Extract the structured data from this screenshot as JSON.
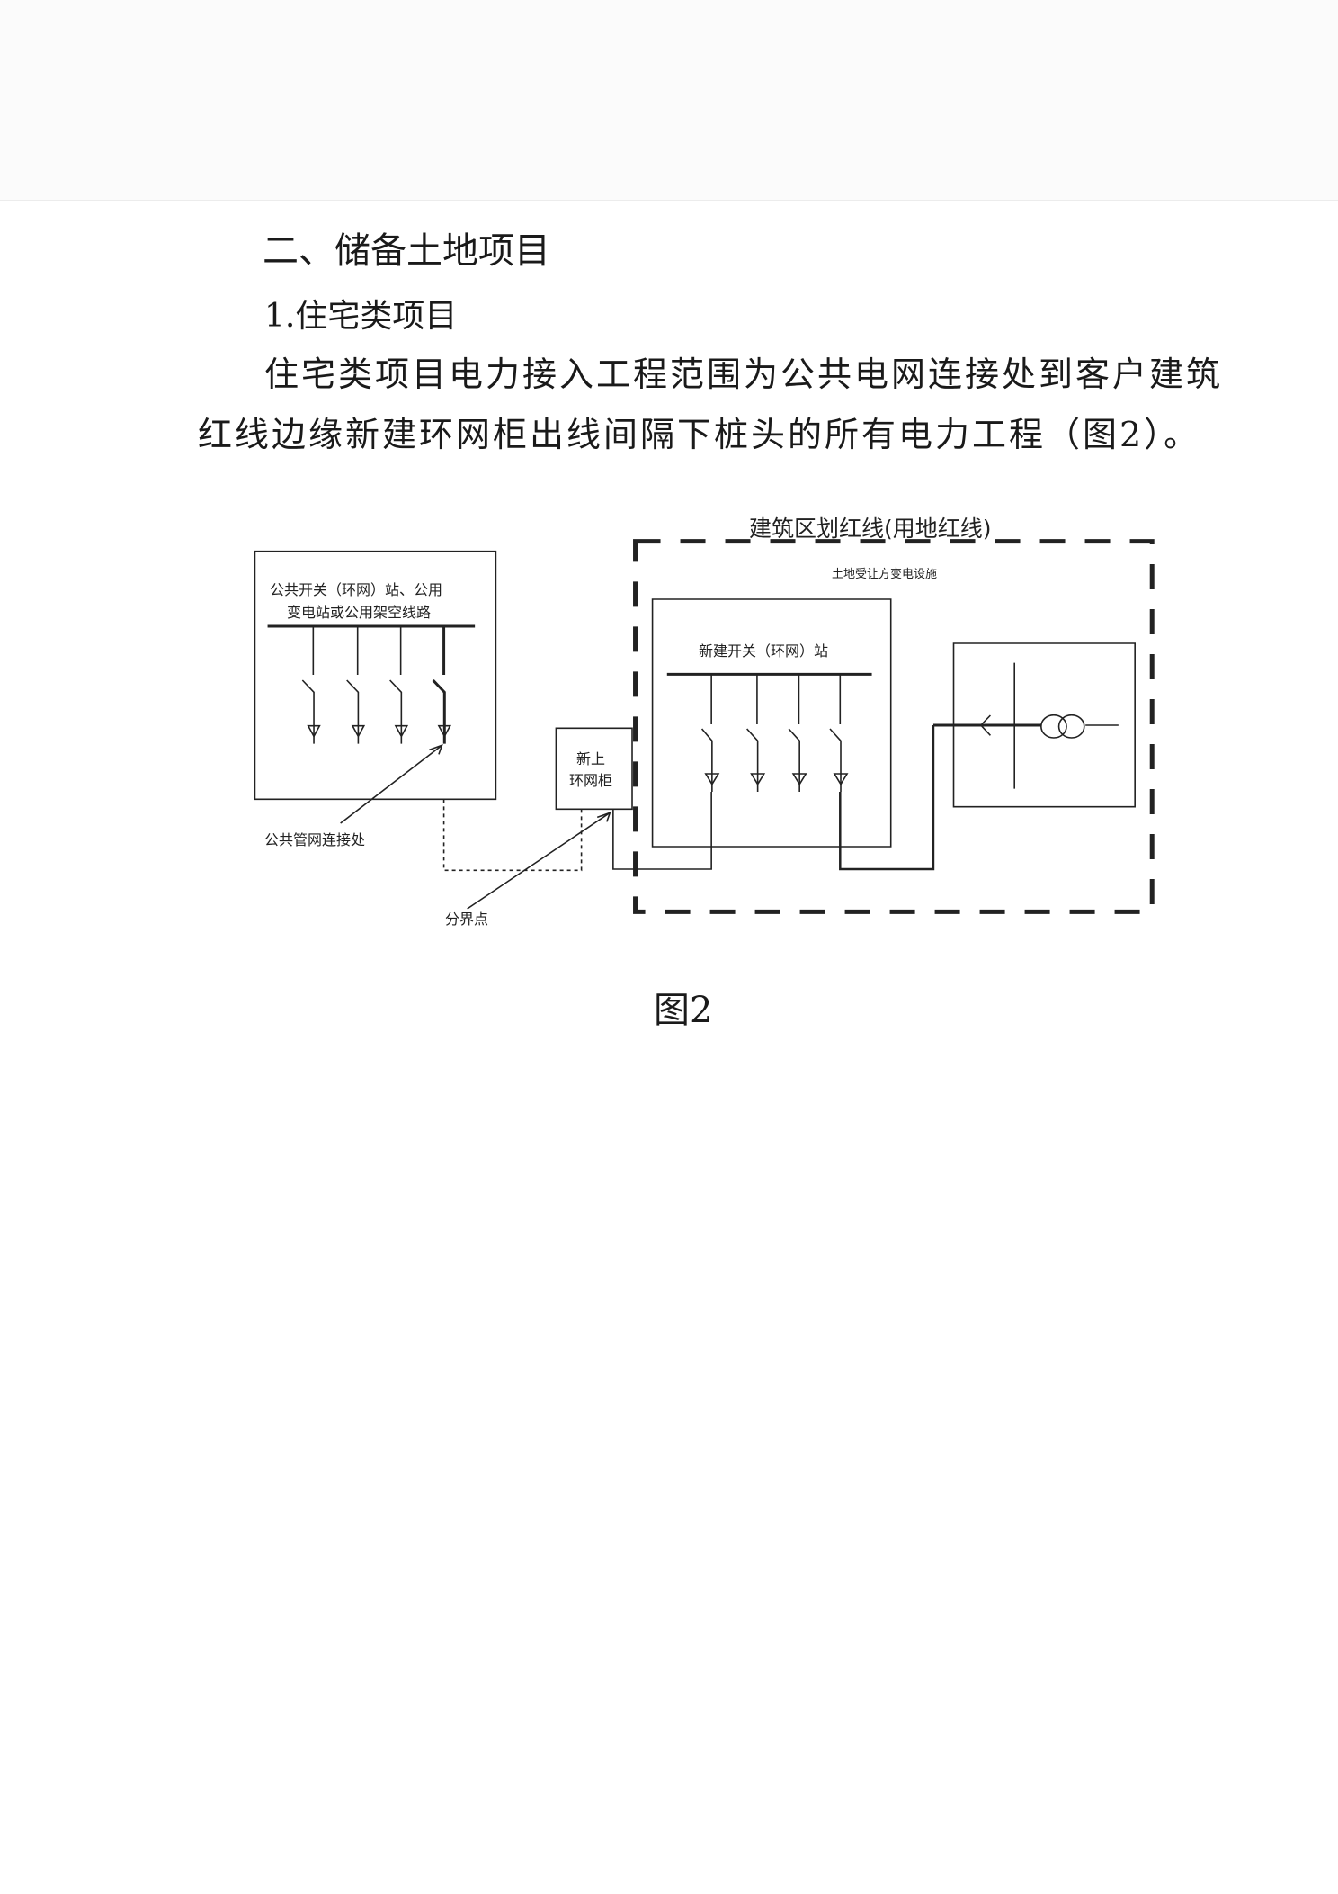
{
  "section_heading": "二、储备土地项目",
  "subheading": "1.住宅类项目",
  "paragraph": {
    "line1": "住宅类项目电力接入工程范围为公共电网连接处到客户建筑",
    "line2": "红线边缘新建环网柜出线间隔下桩头的所有电力工程（图2）。"
  },
  "diagram": {
    "boundary_title": "建筑区划红线(用地红线)",
    "customer_facility": "土地受让方变电设施",
    "public_station_line1": "公共开关（环网）站、公用",
    "public_station_line2": "变电站或公用架空线路",
    "new_station": "新建开关（环网）站",
    "new_cabinet_line1": "新上",
    "new_cabinet_line2": "环网柜",
    "public_connection": "公共管网连接处",
    "demarcation_point": "分界点"
  },
  "caption": "图2"
}
